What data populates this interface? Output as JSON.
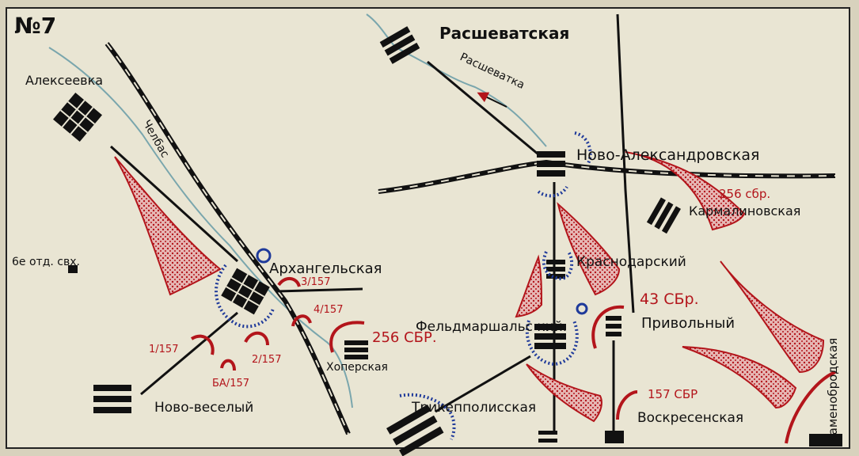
{
  "map": {
    "number": "№7",
    "towns": {
      "alekseevka": "Алексеевка",
      "rasshevatskaya": "Расшеватская",
      "novo_aleksandrovskaya": "Ново-Александровская",
      "karmalinovskaya": "Кармалиновская",
      "arkhangelskaya": "Архангельская",
      "krasnodarsky": "Краснодарский",
      "privolny": "Привольный",
      "feldmarshalsky": "Фельдмаршальс кий.",
      "khoperskaya": "Хоперская",
      "novo_vesely": "Ново-веселый",
      "trekhpolisskaya": "Трикепполисская",
      "voskresenskaya": "Воскресенская",
      "kamenobrodskaya": "Каменобродская",
      "otd_sovkh": "6е отд. свх."
    },
    "rivers": {
      "chelbas": "Челбас",
      "rasshevatka": "Расшеватка"
    },
    "units": {
      "sbr256_ne": "256 сбр.",
      "sbr43": "43 СБр.",
      "sbr256_w": "256 СБР.",
      "sbr157": "157 СБР",
      "r3_157": "3/157",
      "r4_157": "4/157",
      "r1_157": "1/157",
      "r2_157": "2/157",
      "ba_157": "БА/157"
    },
    "colors": {
      "paper": "#d8d2bd",
      "ink": "#111111",
      "red": "#b3151b",
      "blue": "#1f3a9a",
      "river": "#7aa6ad"
    }
  }
}
